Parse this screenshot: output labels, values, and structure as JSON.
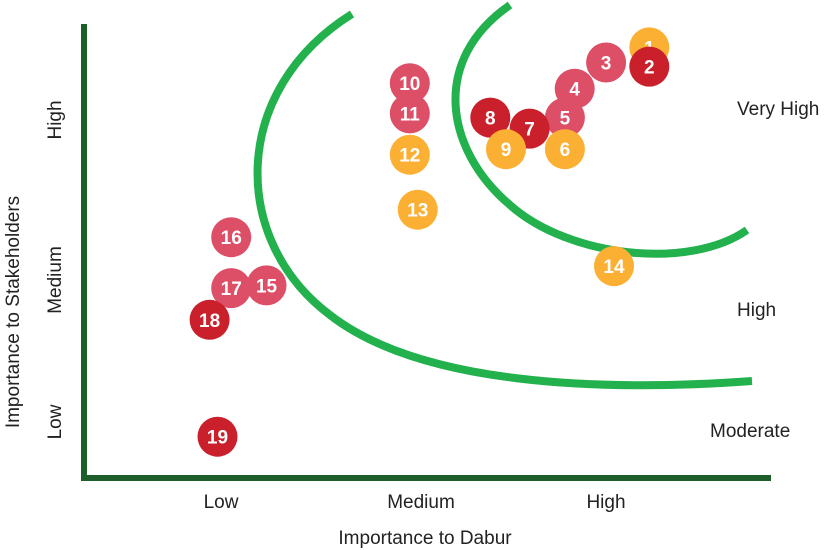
{
  "chart_data": {
    "type": "scatter",
    "title": "",
    "xlabel": "Importance to Dabur",
    "ylabel": "Importance to Stakeholders",
    "x_ticks": [
      "Low",
      "Medium",
      "High"
    ],
    "y_ticks": [
      "Low",
      "Medium",
      "High"
    ],
    "x_range": [
      0.4,
      3.9
    ],
    "y_range": [
      0.25,
      3.55
    ],
    "zones": [
      "Very High",
      "High",
      "Moderate"
    ],
    "colors": {
      "axis": "#1d5e2a",
      "curve": "#22b14c",
      "dark_red": "#c9202c",
      "pink": "#dc4f67",
      "amber": "#fbb034"
    },
    "points": [
      {
        "label": "1",
        "x": 3.28,
        "y": 3.38,
        "color": "amber"
      },
      {
        "label": "2",
        "x": 3.28,
        "y": 3.24,
        "color": "dark_red"
      },
      {
        "label": "3",
        "x": 3.06,
        "y": 3.27,
        "color": "pink"
      },
      {
        "label": "4",
        "x": 2.9,
        "y": 3.08,
        "color": "pink"
      },
      {
        "label": "5",
        "x": 2.85,
        "y": 2.87,
        "color": "pink"
      },
      {
        "label": "6",
        "x": 2.85,
        "y": 2.64,
        "color": "amber"
      },
      {
        "label": "7",
        "x": 2.67,
        "y": 2.79,
        "color": "dark_red"
      },
      {
        "label": "8",
        "x": 2.47,
        "y": 2.87,
        "color": "dark_red"
      },
      {
        "label": "9",
        "x": 2.55,
        "y": 2.64,
        "color": "amber"
      },
      {
        "label": "10",
        "x": 2.06,
        "y": 3.12,
        "color": "pink"
      },
      {
        "label": "11",
        "x": 2.06,
        "y": 2.9,
        "color": "pink"
      },
      {
        "label": "12",
        "x": 2.06,
        "y": 2.6,
        "color": "amber"
      },
      {
        "label": "13",
        "x": 2.1,
        "y": 2.2,
        "color": "amber"
      },
      {
        "label": "14",
        "x": 3.1,
        "y": 1.79,
        "color": "amber"
      },
      {
        "label": "15",
        "x": 1.33,
        "y": 1.65,
        "color": "pink"
      },
      {
        "label": "16",
        "x": 1.15,
        "y": 2.0,
        "color": "pink"
      },
      {
        "label": "17",
        "x": 1.15,
        "y": 1.63,
        "color": "pink"
      },
      {
        "label": "18",
        "x": 1.04,
        "y": 1.4,
        "color": "dark_red"
      },
      {
        "label": "19",
        "x": 1.08,
        "y": 0.55,
        "color": "dark_red"
      }
    ]
  }
}
